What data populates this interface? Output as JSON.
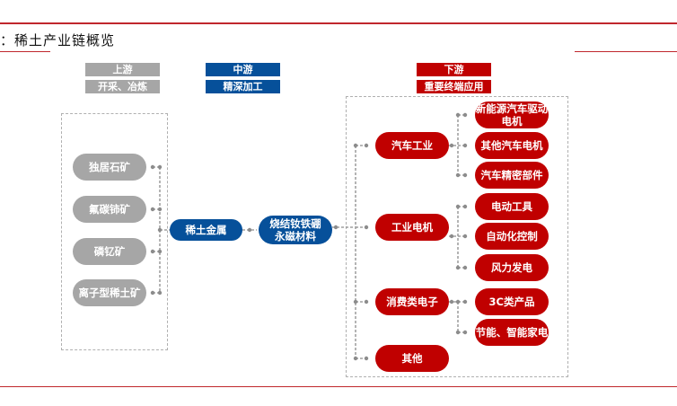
{
  "title": "：稀土产业链概览",
  "colors": {
    "accent_red": "#c00000",
    "rule_red": "#c0272d",
    "blue": "#06509a",
    "gray": "#a6a6a6",
    "connector": "#8c8c8c"
  },
  "stages": {
    "upstream": {
      "label": "上游",
      "sub": "开采、冶炼"
    },
    "midstream": {
      "label": "中游",
      "sub": "精深加工"
    },
    "downstream": {
      "label": "下游",
      "sub": "重要终端应用"
    }
  },
  "upstream_items": [
    "独居石矿",
    "氟碳铈矿",
    "磷钇矿",
    "离子型稀土矿"
  ],
  "midstream_items": {
    "metal": "稀土金属",
    "magnet_line1": "烧结钕铁硼",
    "magnet_line2": "永磁材料"
  },
  "downstream": {
    "categories": [
      {
        "name": "汽车工业",
        "children": [
          [
            "新能源汽车驱动",
            "电机"
          ],
          [
            "其他汽车电机"
          ],
          [
            "汽车精密部件"
          ]
        ]
      },
      {
        "name": "工业电机",
        "children": [
          [
            "电动工具"
          ],
          [
            "自动化控制"
          ],
          [
            "风力发电"
          ]
        ]
      },
      {
        "name": "消费类电子",
        "children": [
          [
            "3C类产品"
          ],
          [
            "节能、智能家电"
          ]
        ]
      },
      {
        "name": "其他",
        "children": []
      }
    ]
  }
}
